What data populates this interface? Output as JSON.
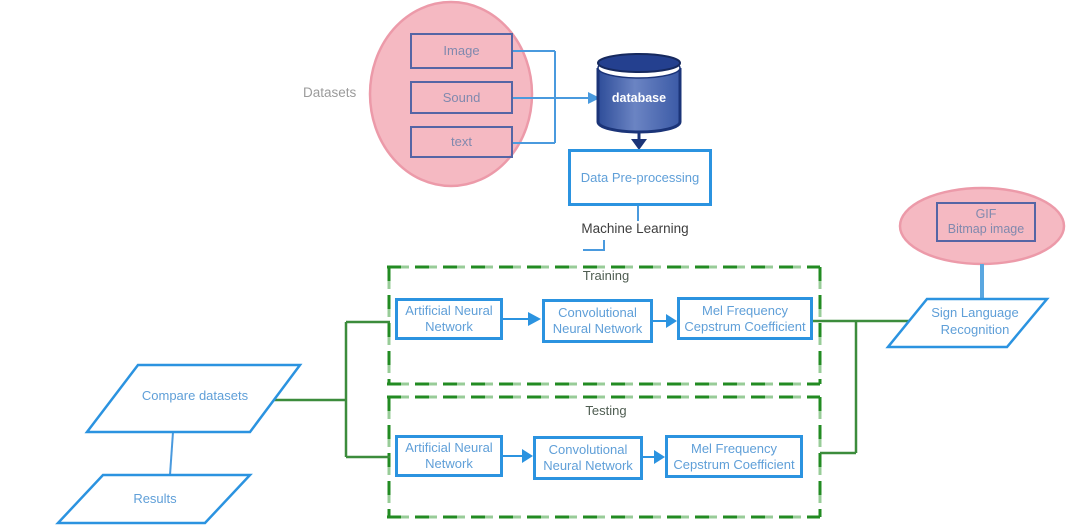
{
  "diagram": {
    "datasets_label": "Datasets",
    "dataset_items": [
      "Image",
      "Sound",
      "text"
    ],
    "database_label": "database",
    "preprocessing_label": "Data Pre-processing",
    "machine_learning_label": "Machine Learning",
    "training": {
      "label": "Training",
      "boxes": [
        "Artificial Neural Network",
        "Convolutional Neural Network",
        "Mel Frequency Cepstrum Coefficient"
      ]
    },
    "testing": {
      "label": "Testing",
      "boxes": [
        "Artificial Neural Network",
        "Convolutional Neural Network",
        "Mel Frequency Cepstrum Coefficient"
      ]
    },
    "compare_label": "Compare datasets",
    "results_label": "Results",
    "gif": {
      "line1": "GIF",
      "line2": "Bitmap image"
    },
    "sign_language": {
      "line1": "Sign Language",
      "line2": "Recognition"
    },
    "colors": {
      "node_border_blue": "#2b93e0",
      "node_text_blue": "#5f9fd8",
      "database_navy": "#1b3478",
      "dataset_box_slate": "#5565a5",
      "ellipse_pink_fill": "#f5b9c2",
      "ellipse_pink_stroke": "#ec9aa9",
      "dash_green_dark": "#228b22",
      "dash_green_light": "#98cc98",
      "connector_green": "#3c8c3c",
      "connector_light_blue": "#4a9ade",
      "label_gray": "#9b9b9b"
    }
  }
}
